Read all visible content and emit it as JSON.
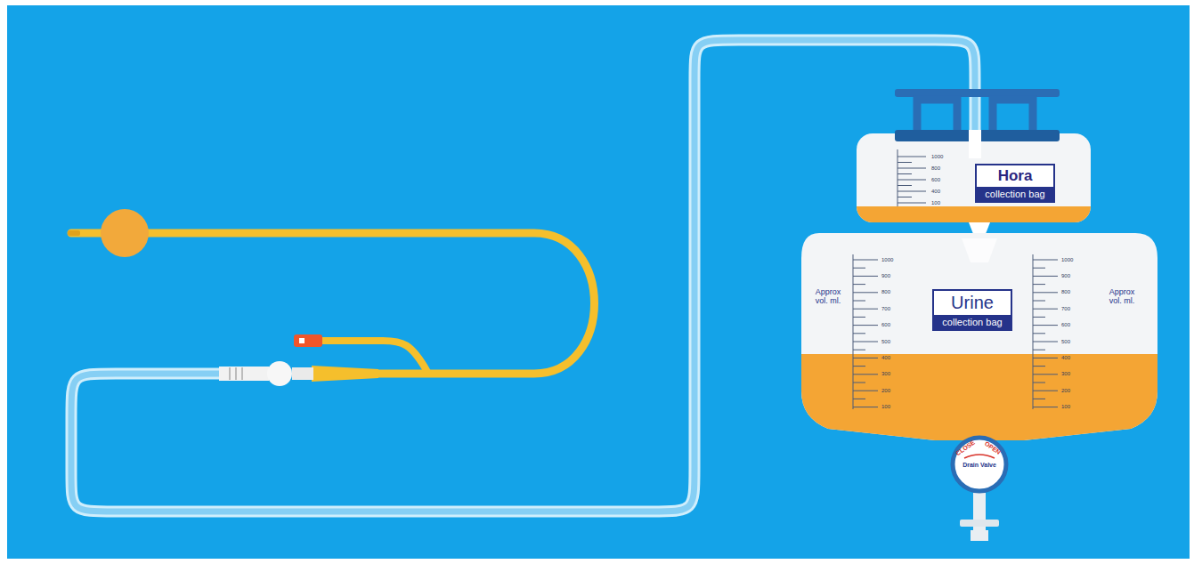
{
  "diagram": {
    "nodes": [
      {
        "text": [
          "Hora",
          "collection bag"
        ]
      },
      {
        "text": [
          "Urine",
          "collection bag"
        ]
      },
      {
        "text": [
          "CLOSE",
          "OPEN",
          "Drain Valve"
        ]
      }
    ],
    "labels": [
      "1000",
      "800",
      "600",
      "400",
      "100",
      "Approx vol. ml.",
      "1000",
      "900",
      "800",
      "700",
      "600",
      "500",
      "400",
      "300",
      "200",
      "100",
      "Approx vol. ml.",
      "1000",
      "900",
      "800",
      "700",
      "600",
      "500",
      "400",
      "300",
      "200",
      "100"
    ]
  }
}
